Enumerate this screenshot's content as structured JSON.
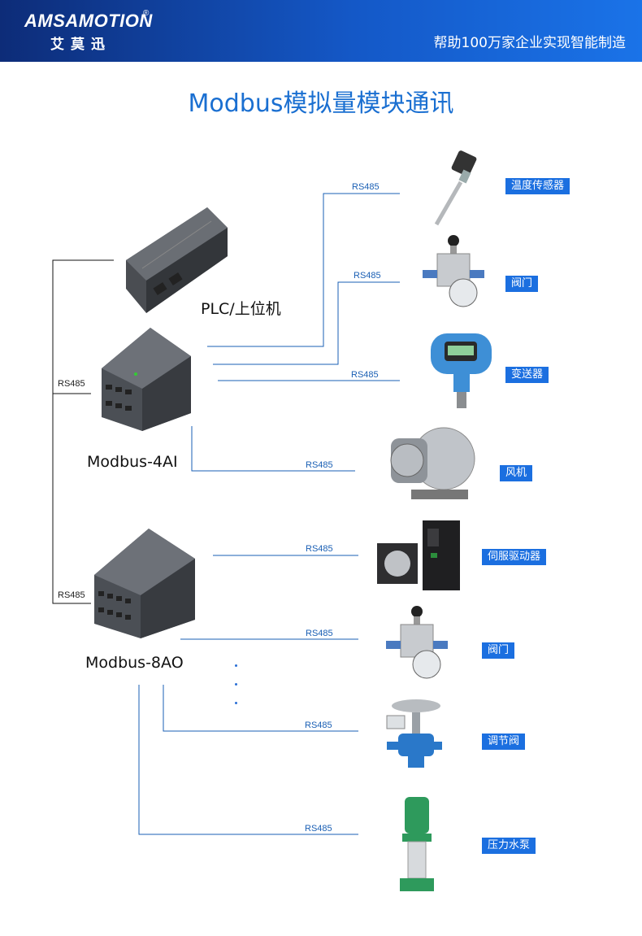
{
  "header": {
    "brand_name": "AMSAMOTION",
    "brand_reg": "®",
    "brand_cn": "艾莫迅",
    "slogan": "帮助100万家企业实现智能制造"
  },
  "title": "Modbus模拟量模块通讯",
  "devices": {
    "plc": "PLC/上位机",
    "ai": "Modbus-4AI",
    "ao": "Modbus-8AO"
  },
  "bus_label": "RS485",
  "targets": [
    "温度传感器",
    "阀门",
    "变送器",
    "风机",
    "伺服驱动器",
    "阀门",
    "调节阀",
    "压力水泵"
  ],
  "colors": {
    "accent": "#1b6fe0",
    "header_start": "#0d2c78",
    "header_end": "#1a73e8"
  }
}
